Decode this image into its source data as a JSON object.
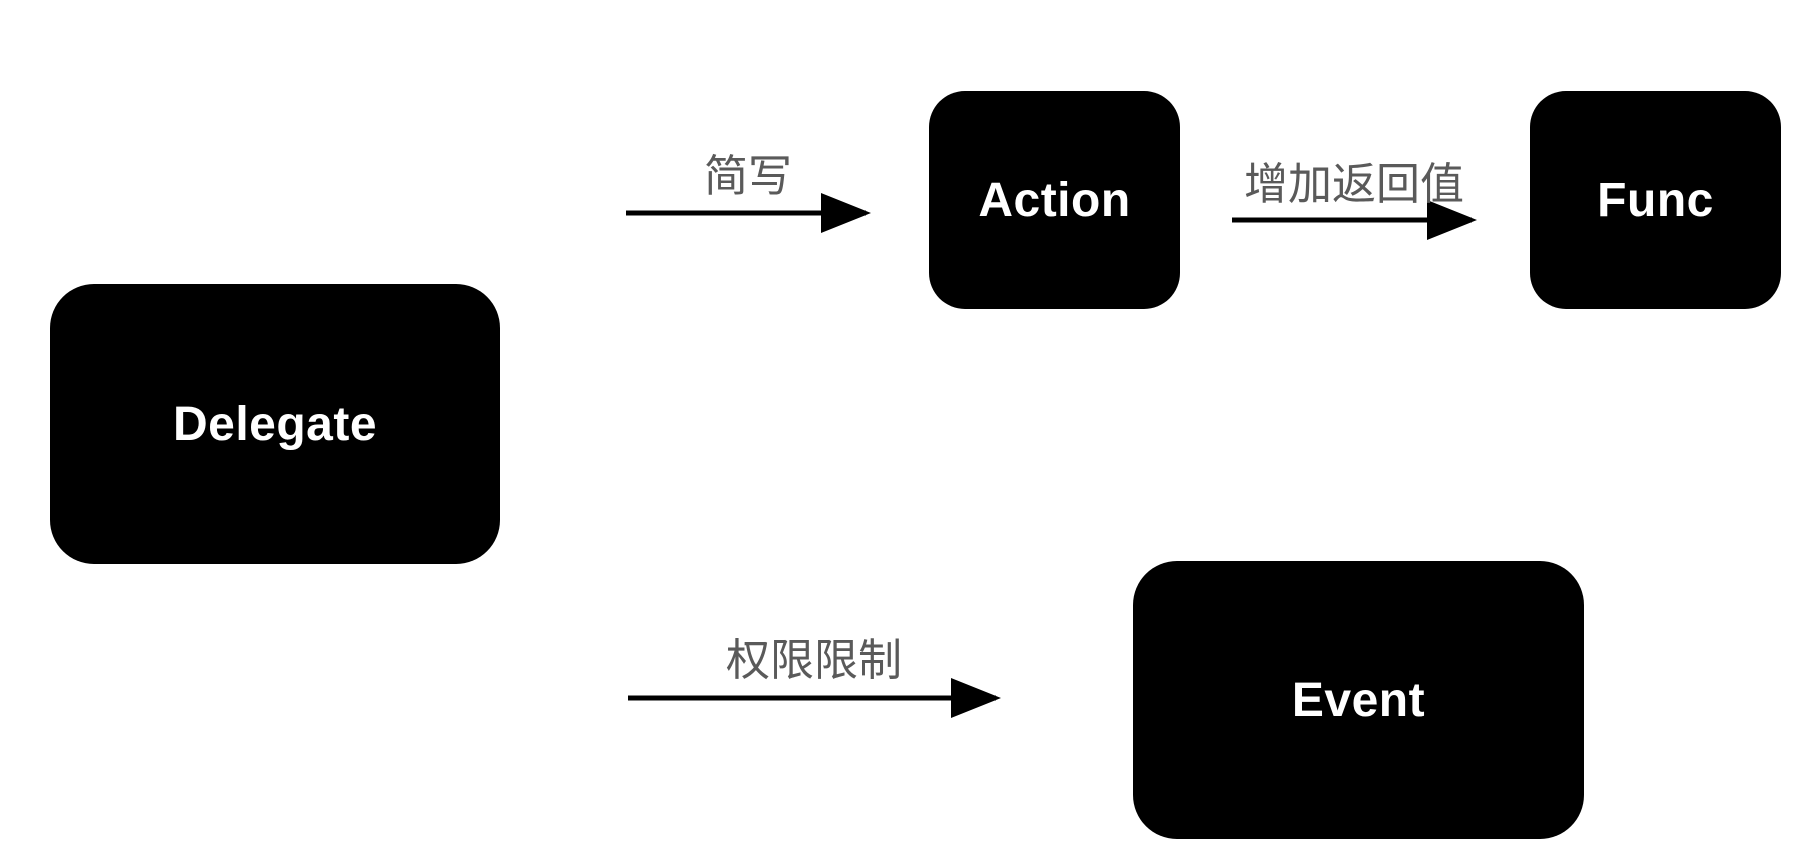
{
  "diagram": {
    "nodes": [
      {
        "id": "delegate",
        "label": "Delegate"
      },
      {
        "id": "action",
        "label": "Action"
      },
      {
        "id": "func",
        "label": "Func"
      },
      {
        "id": "event",
        "label": "Event"
      }
    ],
    "edges": [
      {
        "from": "delegate",
        "to": "action",
        "label": "简写"
      },
      {
        "from": "action",
        "to": "func",
        "label": "增加返回值"
      },
      {
        "from": "delegate",
        "to": "event",
        "label": "权限限制"
      }
    ],
    "colors": {
      "node_fill": "#000000",
      "node_text": "#ffffff",
      "edge_label_text": "#5a5a5a",
      "arrow": "#000000",
      "background": "#ffffff"
    }
  }
}
